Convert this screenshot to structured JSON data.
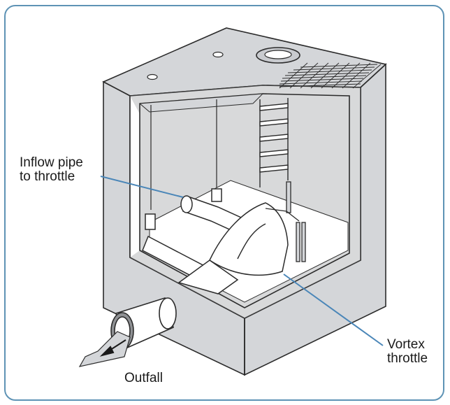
{
  "labels": {
    "inflow": "Inflow pipe\nto throttle",
    "vortex": "Vortex\nthrottle",
    "outfall": "Outfall"
  },
  "colors": {
    "frame": "#5e93b5",
    "leader": "#4a86b8",
    "wall_fill": "#d4d6d9",
    "outline": "#2b2b2b",
    "interior": "#ffffff"
  }
}
